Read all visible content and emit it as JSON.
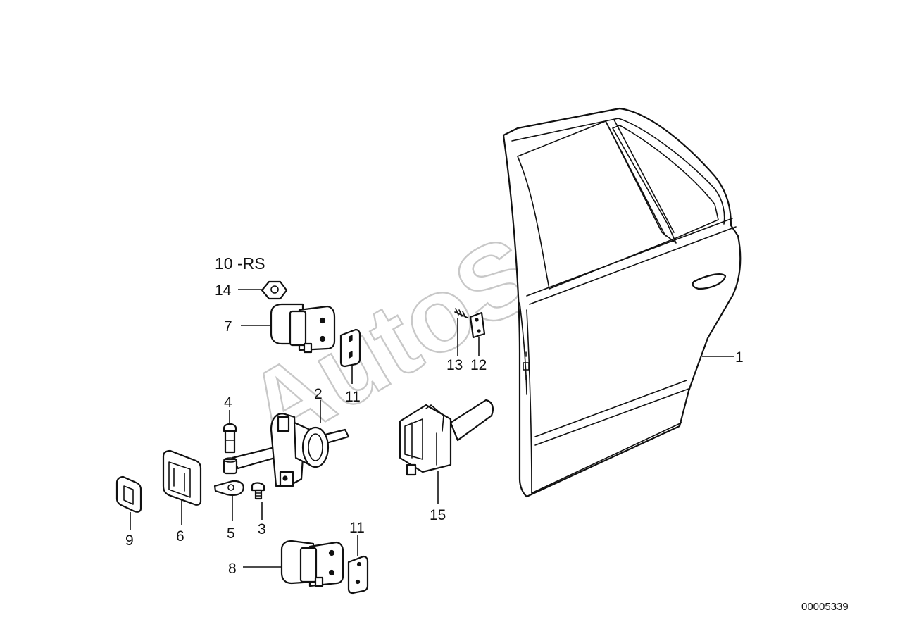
{
  "diagram": {
    "watermark": "AutoSoft",
    "reference_number": "00005339",
    "callouts": {
      "c1": "1",
      "c2": "2",
      "c3": "3",
      "c4": "4",
      "c5": "5",
      "c6": "6",
      "c7": "7",
      "c8": "8",
      "c9": "9",
      "c10": "10 -RS",
      "c11_top": "11",
      "c11_bottom": "11",
      "c12": "12",
      "c13": "13",
      "c14": "14",
      "c15": "15"
    }
  }
}
